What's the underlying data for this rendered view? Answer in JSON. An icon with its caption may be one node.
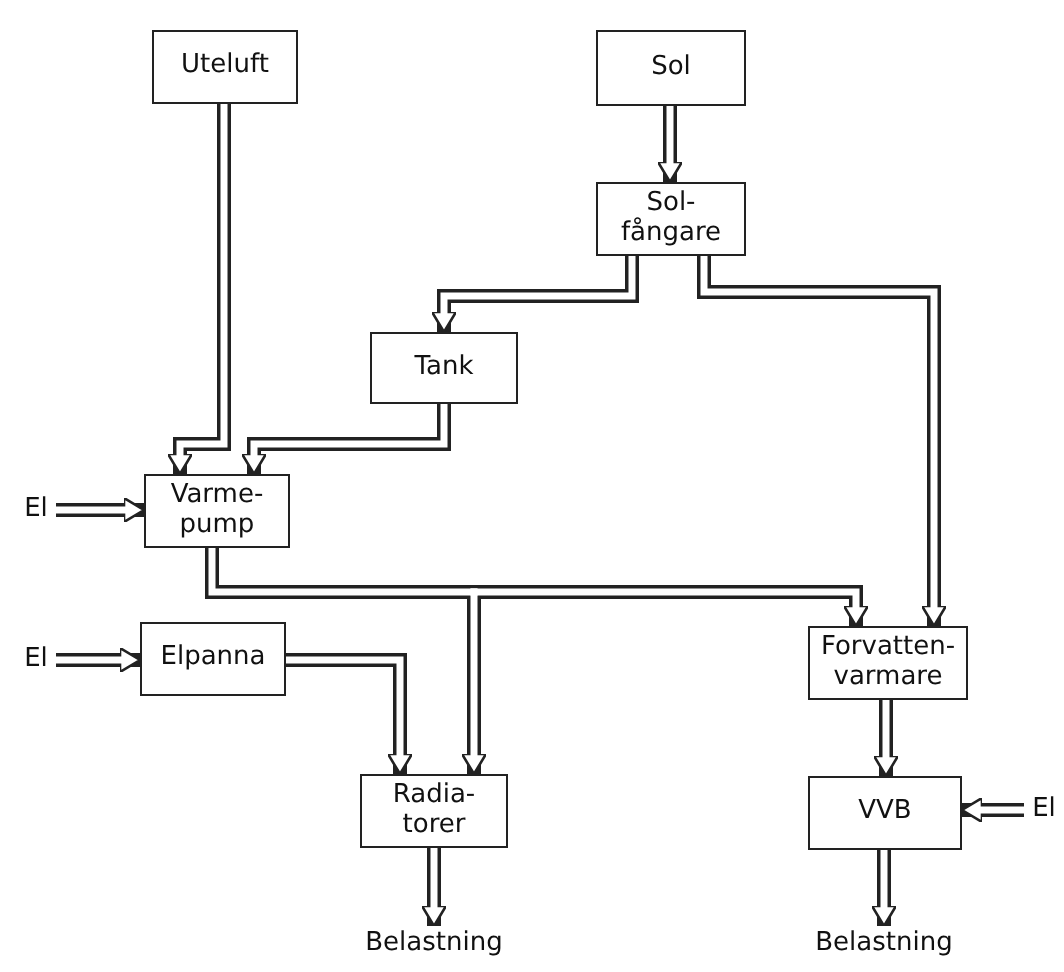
{
  "diagram": {
    "nodes": [
      {
        "text": [
          "Uteluft"
        ]
      },
      {
        "text": [
          "Sol"
        ]
      },
      {
        "text": [
          "Sol- fångare"
        ]
      },
      {
        "text": [
          "Tank"
        ]
      },
      {
        "text": [
          "El"
        ]
      },
      {
        "text": [
          "Varme- pump"
        ]
      },
      {
        "text": [
          "El"
        ]
      },
      {
        "text": [
          "Elpanna"
        ]
      },
      {
        "text": [
          "Forvatten- varmare"
        ]
      },
      {
        "text": [
          "Radia- torer"
        ]
      },
      {
        "text": [
          "VVB"
        ]
      },
      {
        "text": [
          "El"
        ]
      },
      {
        "text": [
          "Belastning"
        ]
      },
      {
        "text": [
          "Belastning"
        ]
      }
    ],
    "edges": [
      {
        "from": 0,
        "to": 5,
        "arrow": "to"
      },
      {
        "from": 1,
        "to": 2,
        "arrow": "to"
      },
      {
        "from": 2,
        "to": 3,
        "arrow": "to"
      },
      {
        "from": 2,
        "to": 8,
        "arrow": "to"
      },
      {
        "from": 3,
        "to": 5,
        "arrow": "to"
      },
      {
        "from": 4,
        "to": 5,
        "arrow": "to"
      },
      {
        "from": 5,
        "to": 9,
        "arrow": "to"
      },
      {
        "from": 5,
        "to": 8,
        "arrow": "to"
      },
      {
        "from": 6,
        "to": 7,
        "arrow": "to"
      },
      {
        "from": 7,
        "to": 9,
        "arrow": "to"
      },
      {
        "from": 8,
        "to": 10,
        "arrow": "to"
      },
      {
        "from": 11,
        "to": 10,
        "arrow": "to"
      },
      {
        "from": 9,
        "to": 12,
        "arrow": "to"
      },
      {
        "from": 10,
        "to": 13,
        "arrow": "to"
      }
    ]
  }
}
